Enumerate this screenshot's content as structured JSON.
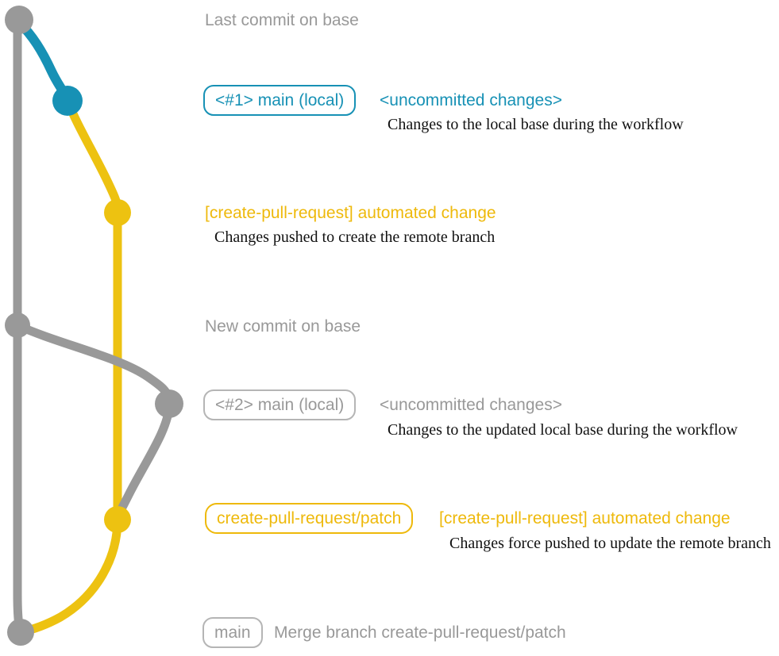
{
  "colors": {
    "gray": "#999999",
    "blue": "#1791b5",
    "yellowBranch": "#edc211",
    "yellowText": "#eeb90b",
    "ink": "#111111"
  },
  "graph": {
    "branches": [
      {
        "name": "base",
        "color_key": "gray"
      },
      {
        "name": "main-local",
        "color_key": "blue"
      },
      {
        "name": "create-pull-request/patch",
        "color_key": "yellowBranch"
      }
    ]
  },
  "annotations": {
    "top_commit_label": "Last commit on base",
    "row1": {
      "badge": "<#1> main (local)",
      "status": "<uncommitted changes>",
      "description": "Changes to the local base during the workflow"
    },
    "row2": {
      "title": "[create-pull-request] automated change",
      "description": "Changes pushed to create the remote branch"
    },
    "mid_commit_label": "New commit on base",
    "row3": {
      "badge": "<#2> main (local)",
      "status": "<uncommitted changes>",
      "description": "Changes to the updated local base during the workflow"
    },
    "row4": {
      "badge": "create-pull-request/patch",
      "title": "[create-pull-request] automated change",
      "description": "Changes force pushed to update the remote branch"
    },
    "row5": {
      "badge": "main",
      "message": "Merge branch create-pull-request/patch"
    }
  }
}
